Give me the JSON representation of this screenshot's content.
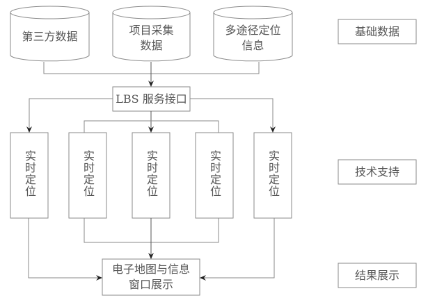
{
  "data_sources": [
    {
      "label": "第三方数据"
    },
    {
      "label": "项目采集\n数据"
    },
    {
      "label": "多途径定位\n信息"
    }
  ],
  "interface": {
    "label": "LBS 服务接口"
  },
  "positioning_nodes": [
    {
      "label": "实时定位"
    },
    {
      "label": "实时定位"
    },
    {
      "label": "实时定位"
    },
    {
      "label": "实时定位"
    },
    {
      "label": "实时定位"
    }
  ],
  "result": {
    "label": "电子地图与信息\n窗口展示"
  },
  "layers": [
    {
      "label": "基础数据"
    },
    {
      "label": "技术支持"
    },
    {
      "label": "结果展示"
    }
  ],
  "colors": {
    "stroke": "#7a7a7a",
    "arrow": "#222222",
    "text": "#555555"
  }
}
